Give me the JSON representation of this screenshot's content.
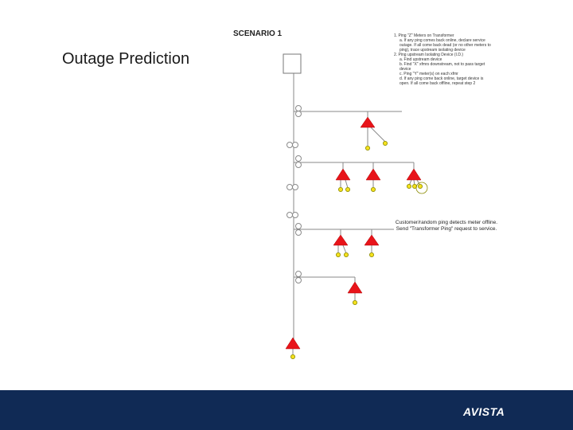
{
  "slide": {
    "title": "Outage Prediction"
  },
  "diagram": {
    "title": "SCENARIO 1",
    "instructions": [
      {
        "text": "1. Ping \"Z\" Meters on Transformer",
        "sub": false
      },
      {
        "text": "a. If any ping comes back online, declare service outage. If all come back dead (or no other meters to ping), trace upstream isolating device",
        "sub": true
      },
      {
        "text": "2. Ping upstream Isolating Device (I.D.)",
        "sub": false
      },
      {
        "text": "a. Find upstream device",
        "sub": true
      },
      {
        "text": "b. Find \"X\" xfmrs downstream, not to pass target device",
        "sub": true
      },
      {
        "text": "c. Ping \"Y\" meter(s) on each xfmr",
        "sub": true
      },
      {
        "text": "d. If any ping come back online, target device is open. If all come back offline, repeat step 2",
        "sub": true
      }
    ],
    "annotation": "Customer/random ping detects meter offline. Send \"Transformer Ping\" request to service.",
    "node_colors": {
      "transformer": "#e8141a",
      "meter_fill": "#f5e11d",
      "meter_stroke": "#8a8a00",
      "line": "#8a8a8a"
    }
  },
  "footer": {
    "brand": "AVISTA",
    "bar_color": "#102a55"
  }
}
